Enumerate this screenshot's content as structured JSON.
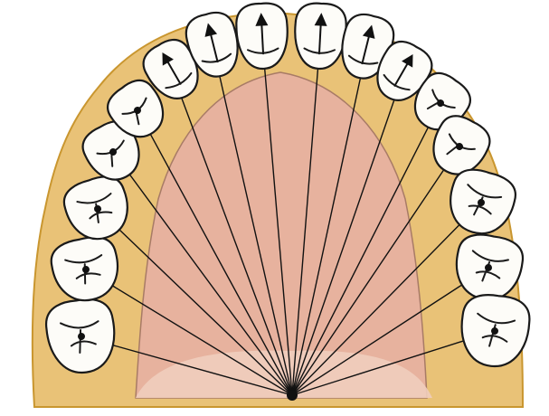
{
  "colors": {
    "background": "#ffffff",
    "gum": "#e9c277",
    "gum_edge": "#c9962f",
    "palate": "#e7b29e",
    "palate_light": "#f0cdbd",
    "tooth_fill": "#fdfcf8",
    "outline": "#1a1a1a",
    "ray": "#111111"
  },
  "diagram": {
    "subject": "maxillary-dental-arch",
    "tooth_count": 16,
    "ray_count": 16,
    "convergence_point": "palatal-center-bottom",
    "anterior_teeth_marker": "arrow",
    "posterior_teeth_marker": "fissure"
  }
}
